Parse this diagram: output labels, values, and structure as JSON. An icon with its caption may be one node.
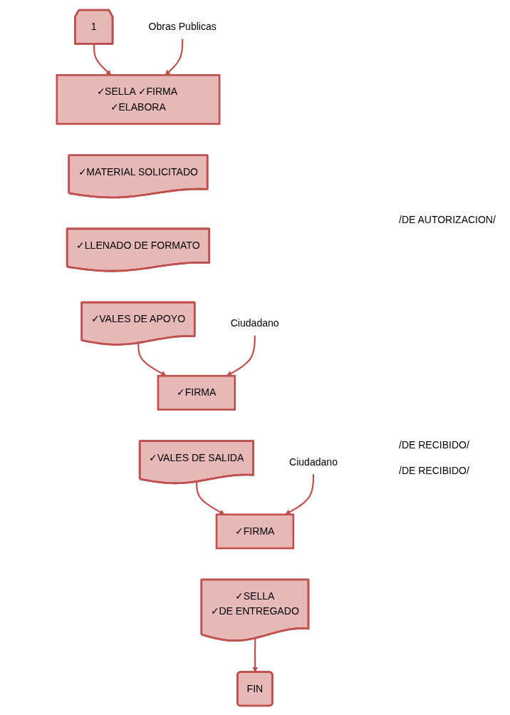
{
  "diagram": {
    "nodes": [
      {
        "text": [
          "1"
        ]
      },
      {
        "text": [
          "Obras Publicas"
        ]
      },
      {
        "text": [
          "✓SELLA ✓FIRMA ✓ELABORA"
        ]
      },
      {
        "text": [
          "✓MATERIAL SOLICITADO"
        ]
      },
      {
        "text": [
          "✓LLENADO DE FORMATO"
        ]
      },
      {
        "text": [
          "Ciudadano"
        ]
      },
      {
        "text": [
          "✓VALES DE APOYO"
        ]
      },
      {
        "text": [
          "✓FIRMA"
        ]
      },
      {
        "text": [
          "✓VALES  DE SALIDA"
        ]
      },
      {
        "text": [
          "Ciudadano"
        ]
      },
      {
        "text": [
          "✓FIRMA"
        ]
      },
      {
        "text": [
          "✓SELLA",
          "✓DE ENTREGADO"
        ]
      },
      {
        "text": [
          "FIN"
        ]
      }
    ],
    "edges": [
      {
        "from": 0,
        "to": 2,
        "arrow": "to"
      },
      {
        "from": 1,
        "to": 2,
        "arrow": "to"
      },
      {
        "from": 6,
        "to": 7,
        "arrow": "to"
      },
      {
        "from": 5,
        "to": 7,
        "arrow": "to"
      },
      {
        "from": 8,
        "to": 10,
        "arrow": "to"
      },
      {
        "from": 9,
        "to": 10,
        "arrow": "to"
      },
      {
        "from": 11,
        "to": 12,
        "arrow": "to"
      }
    ],
    "labels": [
      "/DE AUTORIZACION/",
      "/DE RECIBIDO/",
      "/DE RECIBIDO/"
    ]
  }
}
